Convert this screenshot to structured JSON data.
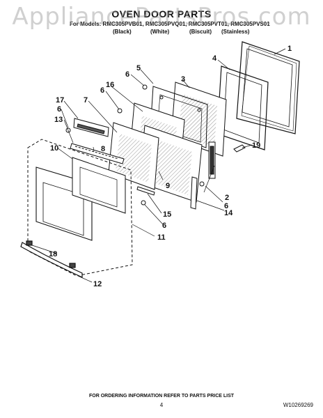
{
  "watermark": "AppliancePartsPros.com",
  "title": "OVEN DOOR PARTS",
  "models_line": "For Models: RMC305PVB01, RMC305PVQ01, RMC305PVT01, RMC305PVS01",
  "finishes": [
    "(Black)",
    "(White)",
    "(Biscuit)",
    "(Stainless)"
  ],
  "callouts": [
    "1",
    "2",
    "3",
    "4",
    "5",
    "6",
    "6",
    "6",
    "6",
    "6",
    "7",
    "8",
    "9",
    "10",
    "11",
    "12",
    "13",
    "14",
    "15",
    "16",
    "17",
    "18",
    "19"
  ],
  "footer_note": "FOR ORDERING INFORMATION REFER TO PARTS PRICE LIST",
  "page_number": "4",
  "document_id": "W10269269"
}
